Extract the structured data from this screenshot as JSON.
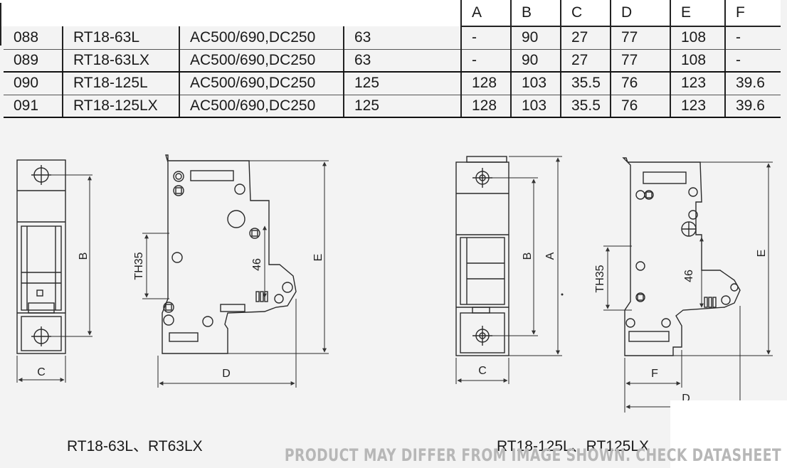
{
  "table": {
    "dim_headers": [
      "A",
      "B",
      "C",
      "D",
      "E",
      "F"
    ],
    "rows": [
      {
        "code": "088",
        "model": "RT18-63L",
        "voltage": "AC500/690,DC250",
        "current": "63",
        "dims": [
          "-",
          "90",
          "27",
          "77",
          "108",
          "-"
        ]
      },
      {
        "code": "089",
        "model": "RT18-63LX",
        "voltage": "AC500/690,DC250",
        "current": "63",
        "dims": [
          "-",
          "90",
          "27",
          "77",
          "108",
          "-"
        ]
      },
      {
        "code": "090",
        "model": "RT18-125L",
        "voltage": "AC500/690,DC250",
        "current": "125",
        "dims": [
          "128",
          "103",
          "35.5",
          "76",
          "123",
          "39.6"
        ]
      },
      {
        "code": "091",
        "model": "RT18-125LX",
        "voltage": "AC500/690,DC250",
        "current": "125",
        "dims": [
          "128",
          "103",
          "35.5",
          "76",
          "123",
          "39.6"
        ]
      }
    ]
  },
  "drawings": {
    "left": {
      "caption": "RT18-63L、RT63LX",
      "labels": {
        "b": "B",
        "c": "C",
        "d": "D",
        "e": "E",
        "th": "TH35",
        "dim46": "46"
      }
    },
    "right": {
      "caption": "RT18-125L、RT125LX",
      "labels": {
        "a": "A",
        "b": "B",
        "c": "C",
        "d": "D",
        "e": "E",
        "f": "F",
        "th": "TH35",
        "dim46": "46"
      }
    }
  },
  "watermark": "PRODUCT MAY DIFFER FROM IMAGE SHOWN. CHECK DATASHEET"
}
